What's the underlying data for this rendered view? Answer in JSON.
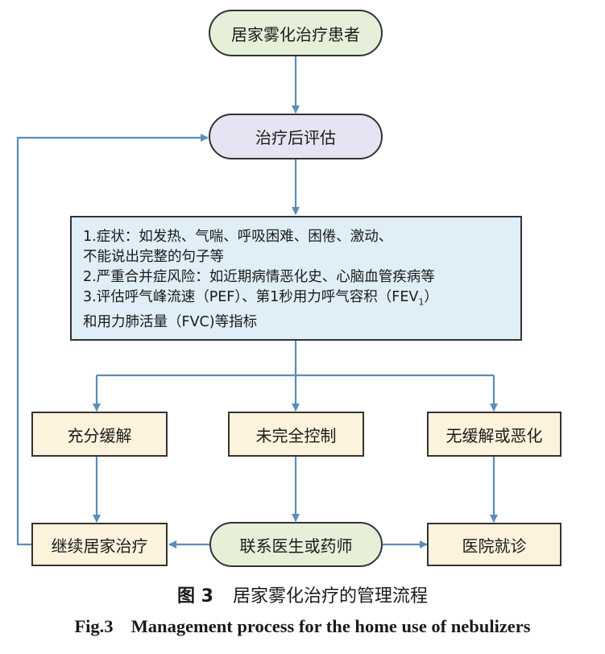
{
  "nodes": {
    "patient": "居家雾化治疗患者",
    "post_eval": "治疗后评估",
    "relief": "充分缓解",
    "uncontrolled": "未完全控制",
    "worse": "无缓解或恶化",
    "continue_home": "继续居家治疗",
    "contact": "联系医生或药师",
    "hospital": "医院就诊"
  },
  "assessment": {
    "line1": "1.症状：如发热、气喘、呼吸困难、困倦、激动、",
    "line2": "不能说出完整的句子等",
    "line3": "2.严重合并症风险：如近期病情恶化史、心脑血管疾病等",
    "line4_pre": "3.评估呼气峰流速（PEF）、第1秒用力呼气容积（FEV",
    "line4_sub": "1",
    "line4_post": "）",
    "line5": "和用力肺活量（FVC)等指标"
  },
  "caption": {
    "cn_label": "图 3",
    "cn_title": "居家雾化治疗的管理流程",
    "en_label": "Fig.3",
    "en_title": "Management process for the home use of nebulizers"
  },
  "colors": {
    "arrow": "#5b8db8",
    "pill_green": "#e6f0d8",
    "pill_purple": "#e6e3f2",
    "assess_fill": "#dfeef7",
    "rect_cream": "#fdf2dc"
  }
}
